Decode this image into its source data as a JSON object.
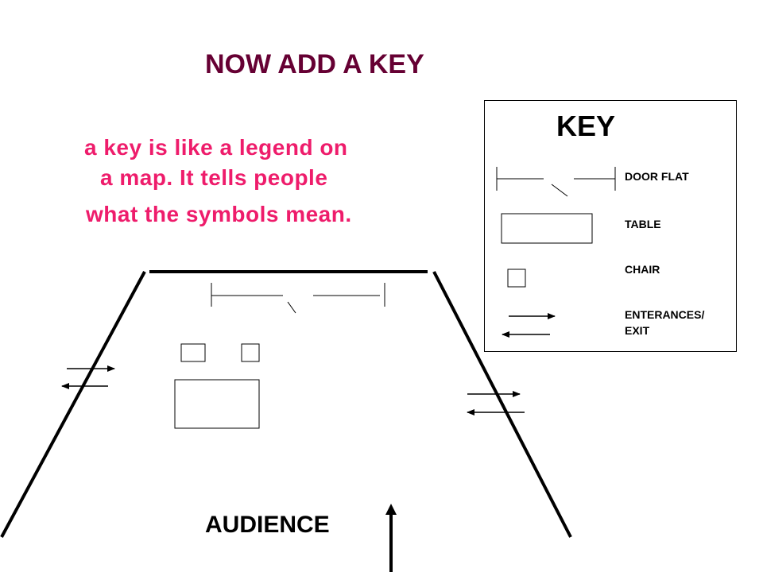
{
  "title": "NOW ADD A KEY",
  "description": {
    "line1": "a key is like a legend on",
    "line2": "a map.  It tells people",
    "line3": "what the symbols mean."
  },
  "audience_label": "AUDIENCE",
  "key": {
    "title": "KEY",
    "items": [
      {
        "label": "DOOR FLAT",
        "symbol": "door-flat"
      },
      {
        "label": "TABLE",
        "symbol": "table"
      },
      {
        "label": "CHAIR",
        "symbol": "chair"
      },
      {
        "label_line1": "ENTERANCES/",
        "label_line2": "EXIT",
        "symbol": "arrows"
      }
    ]
  }
}
